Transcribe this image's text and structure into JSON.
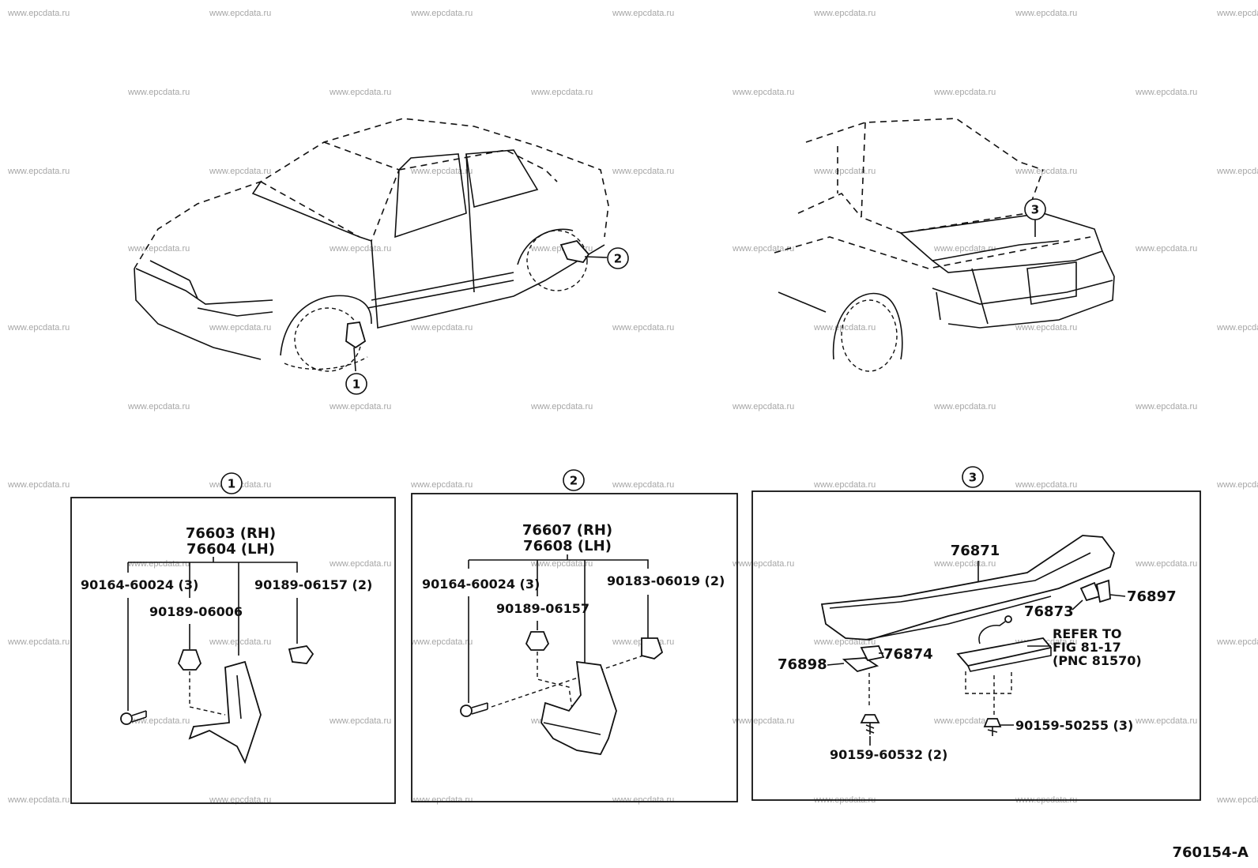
{
  "watermark": "www.epcdata.ru",
  "figure_code": "760154-A",
  "callouts": {
    "front_mudguard": "1",
    "rear_mudguard": "2",
    "rear_spoiler": "3"
  },
  "panel1": {
    "part_rh": "76603 (RH)",
    "part_lh": "76604 (LH)",
    "screw": "90164-60024 (3)",
    "clip": "90189-06006",
    "retainer": "90189-06157 (2)"
  },
  "panel2": {
    "part_rh": "76607 (RH)",
    "part_lh": "76608 (LH)",
    "screw": "90164-60024 (3)",
    "clip": "90189-06157",
    "retainer": "90183-06019 (2)"
  },
  "panel3": {
    "spoiler": "76871",
    "bracket_a": "76873",
    "bracket_b": "76897",
    "pad_a": "76898",
    "pad_b": "76874",
    "refer_line1": "REFER TO",
    "refer_line2": "FIG 81-17",
    "refer_line3": "(PNC 81570)",
    "bolt_a": "90159-50255 (3)",
    "bolt_b": "90159-60532 (2)"
  }
}
